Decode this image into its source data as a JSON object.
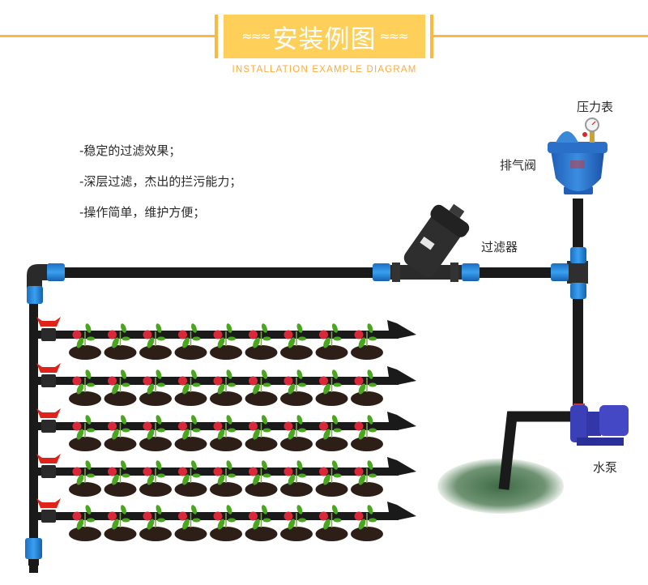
{
  "header": {
    "title": "安装例图",
    "wave_left": "≈≈≈",
    "wave_right": "≈≈≈",
    "subtitle": "INSTALLATION EXAMPLE DIAGRAM",
    "accent_color": "#fdb93e",
    "banner_color": "#fed05a"
  },
  "features": [
    "-稳定的过滤效果；",
    "-深层过滤，杰出的拦污能力；",
    "-操作简单，维护方便；"
  ],
  "components": {
    "pressure_gauge": "压力表",
    "exhaust_valve": "排气阀",
    "filter": "过滤器",
    "water_pump": "水泵"
  },
  "irrigation": {
    "branch_rows": 5,
    "plants_per_row": 9
  },
  "colors": {
    "pipe": "#1a1a1a",
    "coupling": "#1f8fe0",
    "valve": "#e0231a",
    "dripper": "#d8283a",
    "soil": "#2d1f17",
    "leaf": "#4aa61f",
    "pump": "#3b3fb8",
    "air_valve": "#2a7cd0",
    "pond": "#4f7a4f"
  }
}
